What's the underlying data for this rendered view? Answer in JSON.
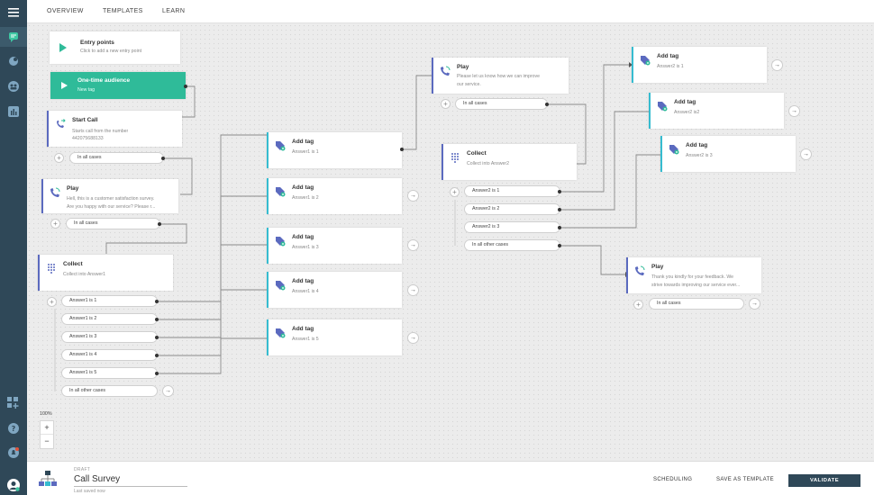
{
  "nav": {
    "tabs": [
      "OVERVIEW",
      "TEMPLATES",
      "LEARN"
    ]
  },
  "entry": {
    "title": "Entry points",
    "subtitle": "Click to add a new entry point"
  },
  "audience": {
    "title": "One-time audience",
    "subtitle": "New tag"
  },
  "start": {
    "title": "Start Call",
    "line1": "Starts call from the number",
    "line2": "442075688133"
  },
  "play1": {
    "title": "Play",
    "line1": "Hell, this is a customer satisfaction survey.",
    "line2": "Are you happy with our service? Please r..."
  },
  "collect1": {
    "title": "Collect",
    "subtitle": "Collect into Answer1",
    "options": [
      "Answer1 is 1",
      "Answer1 is 2",
      "Answer1 is 3",
      "Answer1 is 4",
      "Answer1 is 5",
      "In all other cases"
    ]
  },
  "addtags1": [
    {
      "title": "Add tag",
      "subtitle": "Answer1 is 1"
    },
    {
      "title": "Add tag",
      "subtitle": "Answer1 is 2"
    },
    {
      "title": "Add tag",
      "subtitle": "Answer1 is 3"
    },
    {
      "title": "Add tag",
      "subtitle": "Answer1 is 4"
    },
    {
      "title": "Add tag",
      "subtitle": "Answer1 is 5"
    }
  ],
  "play2": {
    "title": "Play",
    "line1": "Please let us know how we can improve",
    "line2": "our service."
  },
  "collect2": {
    "title": "Collect",
    "subtitle": "Collect into Answer2",
    "options": [
      "Answer2 is 1",
      "Answer2 is 2",
      "Answer2 is 3",
      "In all other cases"
    ]
  },
  "addtags2": [
    {
      "title": "Add tag",
      "subtitle": "Answer2 is 1"
    },
    {
      "title": "Add tag",
      "subtitle": "Answer2 is2"
    },
    {
      "title": "Add tag",
      "subtitle": "Answer2 is 3"
    }
  ],
  "play3": {
    "title": "Play",
    "line1": "Thank you kindly for your feedback. We",
    "line2": "strive towards improving our service ever..."
  },
  "in_all_cases": "In all cases",
  "zoom": {
    "level": "100%",
    "plus": "+",
    "minus": "−"
  },
  "bottom": {
    "status": "DRAFT",
    "name": "Call Survey",
    "saved": "Last saved now",
    "scheduling": "SCHEDULING",
    "save_template": "SAVE AS TEMPLATE",
    "validate": "VALIDATE"
  },
  "colors": {
    "sidebar": "#2f4858",
    "accent_teal": "#2fbb99",
    "accent_cyan": "#36bcd0",
    "accent_purple": "#5b6abf"
  }
}
